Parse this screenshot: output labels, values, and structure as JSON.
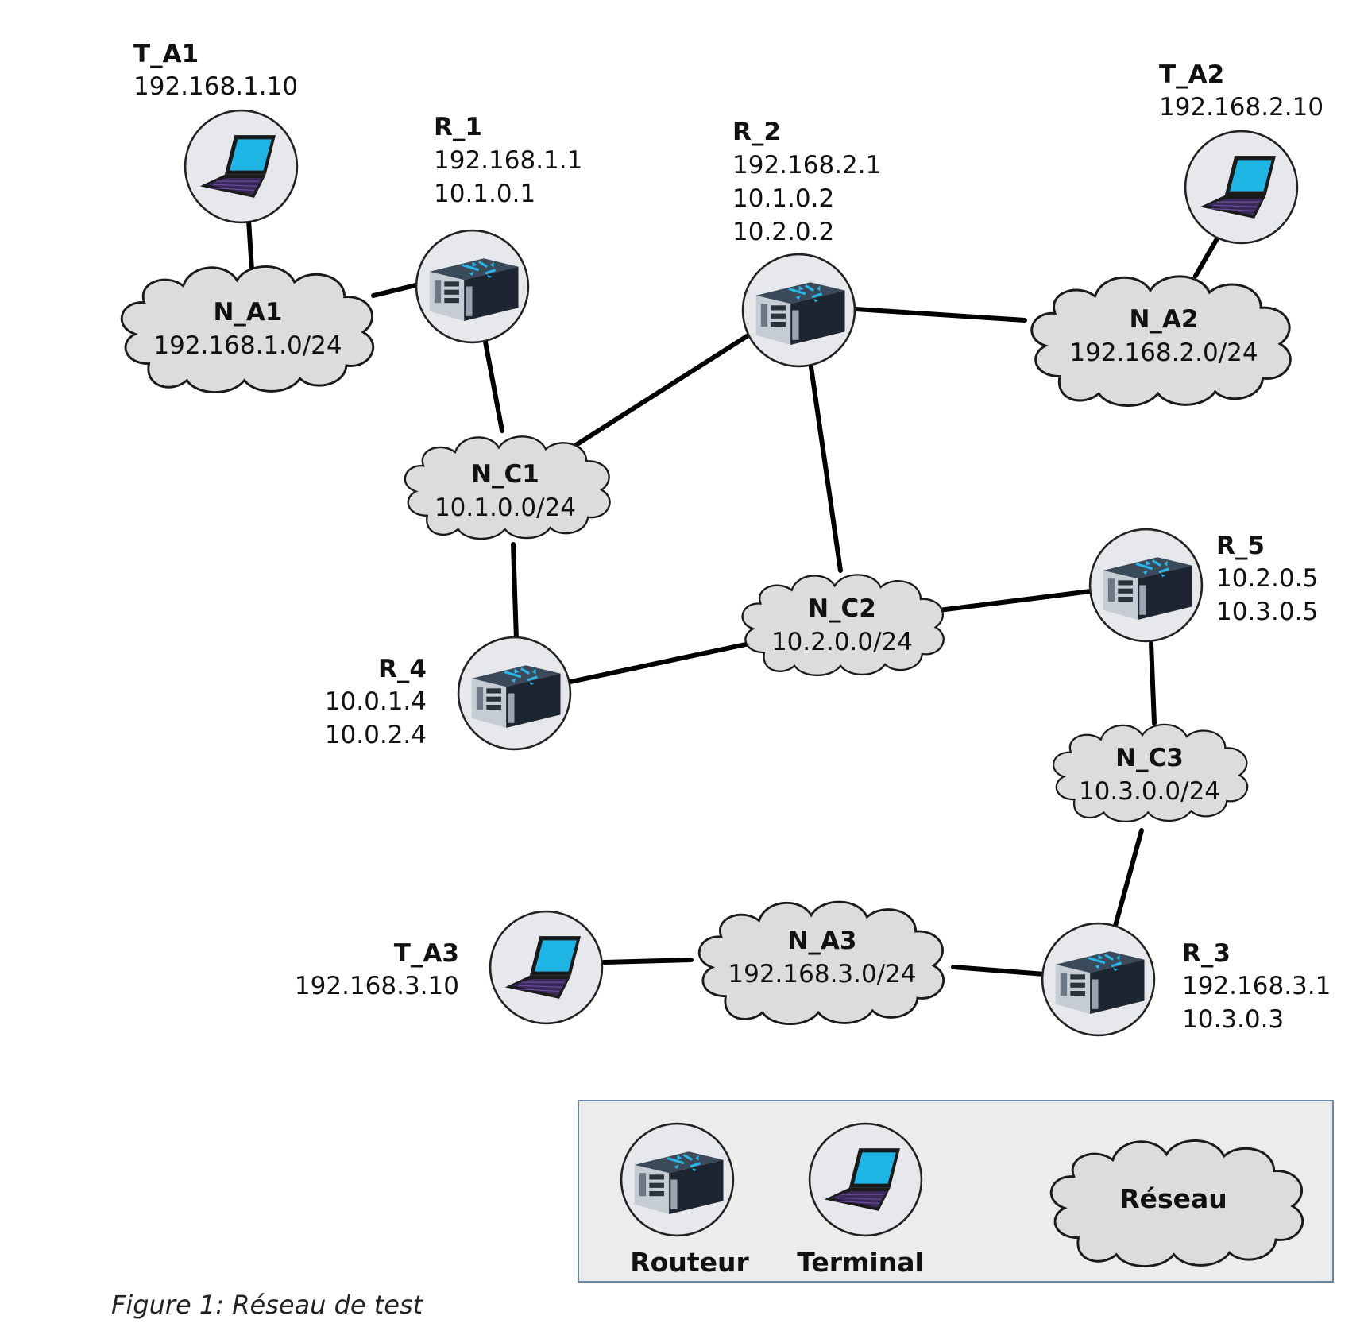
{
  "nodes": {
    "T_A1": {
      "name": "T_A1",
      "ips": [
        "192.168.1.10"
      ]
    },
    "T_A2": {
      "name": "T_A2",
      "ips": [
        "192.168.2.10"
      ]
    },
    "T_A3": {
      "name": "T_A3",
      "ips": [
        "192.168.3.10"
      ]
    },
    "R_1": {
      "name": "R_1",
      "ips": [
        "192.168.1.1",
        "10.1.0.1"
      ]
    },
    "R_2": {
      "name": "R_2",
      "ips": [
        "192.168.2.1",
        "10.1.0.2",
        "10.2.0.2"
      ]
    },
    "R_3": {
      "name": "R_3",
      "ips": [
        "192.168.3.1",
        "10.3.0.3"
      ]
    },
    "R_4": {
      "name": "R_4",
      "ips": [
        "10.0.1.4",
        "10.0.2.4"
      ]
    },
    "R_5": {
      "name": "R_5",
      "ips": [
        "10.2.0.5",
        "10.3.0.5"
      ]
    }
  },
  "networks": {
    "N_A1": {
      "name": "N_A1",
      "prefix": "192.168.1.0/24"
    },
    "N_A2": {
      "name": "N_A2",
      "prefix": "192.168.2.0/24"
    },
    "N_A3": {
      "name": "N_A3",
      "prefix": "192.168.3.0/24"
    },
    "N_C1": {
      "name": "N_C1",
      "prefix": "10.1.0.0/24"
    },
    "N_C2": {
      "name": "N_C2",
      "prefix": "10.2.0.0/24"
    },
    "N_C3": {
      "name": "N_C3",
      "prefix": "10.3.0.0/24"
    }
  },
  "links": [
    [
      "T_A1",
      "N_A1"
    ],
    [
      "N_A1",
      "R_1"
    ],
    [
      "R_1",
      "N_C1"
    ],
    [
      "N_C1",
      "R_2"
    ],
    [
      "R_2",
      "N_A2"
    ],
    [
      "N_A2",
      "T_A2"
    ],
    [
      "R_2",
      "N_C2"
    ],
    [
      "N_C1",
      "R_4"
    ],
    [
      "R_4",
      "N_C2"
    ],
    [
      "N_C2",
      "R_5"
    ],
    [
      "R_5",
      "N_C3"
    ],
    [
      "N_C3",
      "R_3"
    ],
    [
      "R_3",
      "N_A3"
    ],
    [
      "N_A3",
      "T_A3"
    ]
  ],
  "legend": {
    "router_label": "Routeur",
    "terminal_label": "Terminal",
    "network_label": "Réseau"
  },
  "caption": "Figure 1: Réseau de test",
  "colors": {
    "cloud_fill": "#dcdcdc",
    "icon_circle": "#e6e8ec",
    "screen": "#1fb6e6",
    "keyboard": "#3a2a5a",
    "link": "#000000",
    "legend_bg": "#ececec",
    "legend_border": "#6e86a6"
  }
}
